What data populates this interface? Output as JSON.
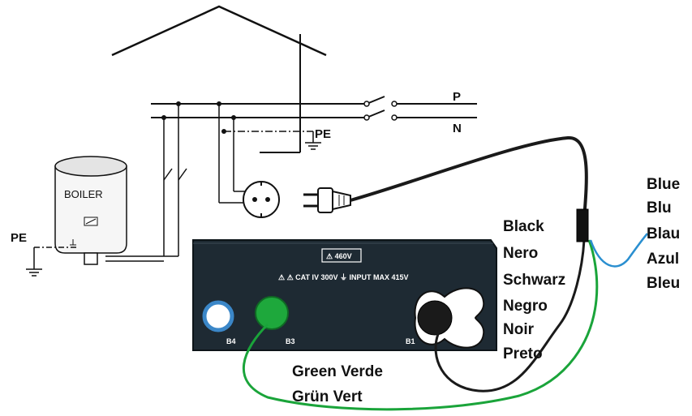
{
  "labels": {
    "phase": "P",
    "neutral": "N",
    "pe_top": "PE",
    "pe_left": "PE",
    "boiler": "BOILER"
  },
  "instrument": {
    "warning": "⚠ 460V",
    "rating": "⚠ ⚠ CAT IV 300V ⏚ INPUT MAX 415V",
    "terminals": {
      "b4": "B4",
      "b3": "B3",
      "b1": "B1"
    }
  },
  "black_lead": [
    "Black",
    "Nero",
    "Schwarz",
    "Negro",
    "Noir",
    "Preto"
  ],
  "blue_lead": [
    "Blue",
    "Blu",
    "Blau",
    "Azul",
    "Bleu"
  ],
  "green_lead": [
    "Green Verde",
    "Grün Vert"
  ],
  "colors": {
    "instrument_body": "#1e2a33",
    "black_cable": "#1a1a1a",
    "green_cable": "#1aa43a",
    "blue_cable": "#2a8fd0",
    "green_terminal": "#1ea83c",
    "blue_terminal": "#3b87c8"
  }
}
